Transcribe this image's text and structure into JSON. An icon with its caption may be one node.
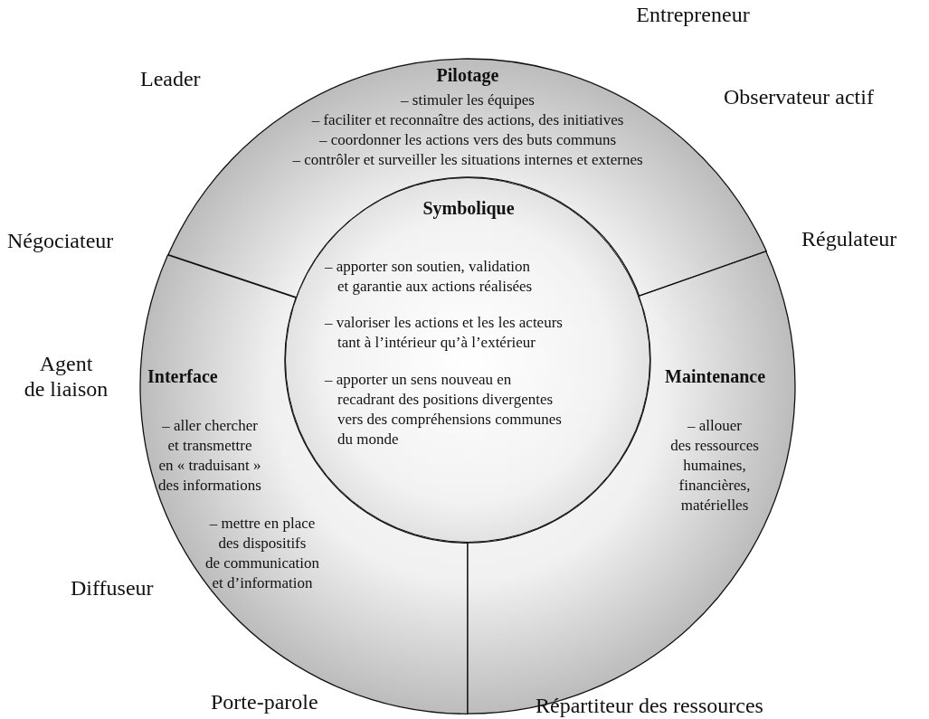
{
  "diagram": {
    "nodes": [
      {
        "text": [
          "Pilotage",
          "– stimuler les équipes",
          "– faciliter et reconnaître des actions, des initiatives",
          "– coordonner les actions vers des buts communs",
          "– contrôler et surveiller les situations internes et externes"
        ]
      },
      {
        "text": [
          "Interface",
          "– aller chercher et transmettre en « traduisant » des informations",
          "– mettre en place des dispositifs de communication et d’information"
        ]
      },
      {
        "text": [
          "Maintenance",
          "– allouer des ressources humaines, financières, matérielles"
        ]
      },
      {
        "text": [
          "Symbolique",
          "– apporter son soutien, validation et garantie aux actions réalisées",
          "– valoriser les actions et les les acteurs tant à l’intérieur qu’à l’extérieur",
          "– apporter un sens nouveau en recadrant des positions divergentes vers des compréhensions communes du monde"
        ]
      }
    ],
    "labels": [
      "Entrepreneur",
      "Leader",
      "Observateur actif",
      "Négociateur",
      "Régulateur",
      "Agent de liaison",
      "Diffuseur",
      "Porte-parole",
      "Répartiteur des ressources"
    ]
  }
}
